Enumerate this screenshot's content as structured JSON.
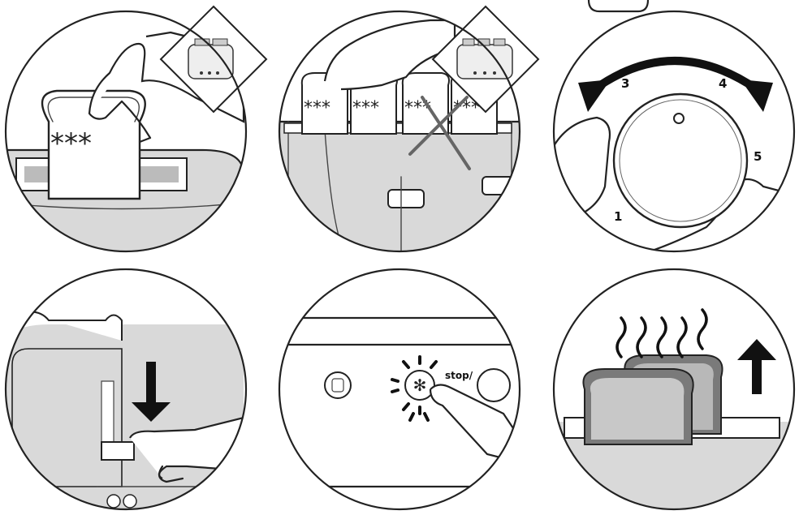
{
  "panel1": {
    "bread_marks": "***"
  },
  "panel2": {
    "bread_marks": [
      "***",
      "***",
      "***",
      "***"
    ]
  },
  "panel3": {
    "dial_levels": [
      "1",
      "3",
      "4",
      "5"
    ]
  },
  "panel5": {
    "button_label": "stop/"
  }
}
